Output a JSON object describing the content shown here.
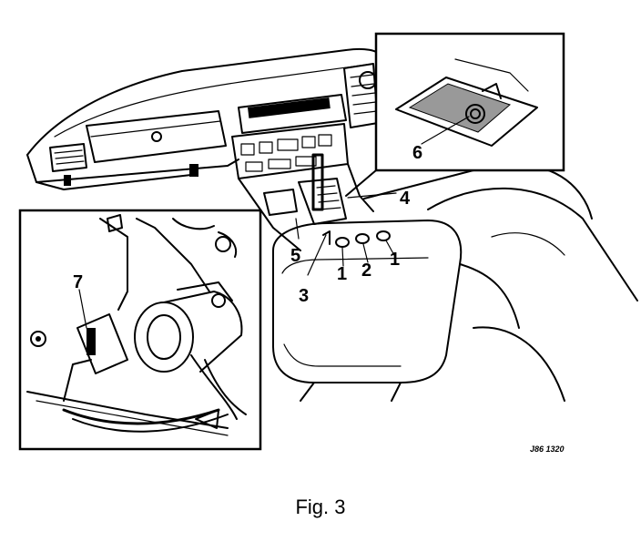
{
  "callouts": {
    "c1a": "1",
    "c1b": "1",
    "c2": "2",
    "c3": "3",
    "c4": "4",
    "c5": "5",
    "c6": "6",
    "c7": "7"
  },
  "reference_code": "J86 1320",
  "caption": "Fig. 3"
}
